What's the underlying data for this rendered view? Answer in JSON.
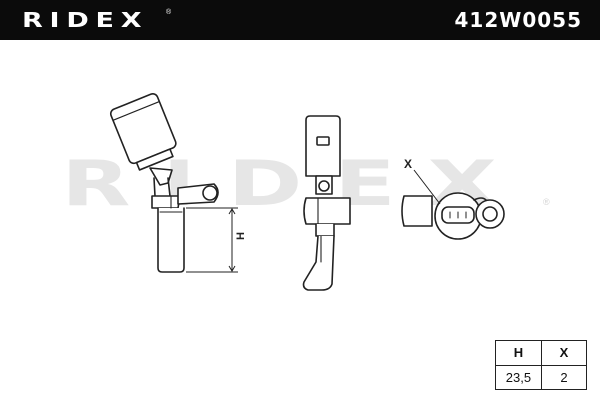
{
  "header": {
    "brand": "RIDEX",
    "registered_mark": "®",
    "part_number": "412W0055",
    "background_color": "#0b0b0b",
    "text_color": "#ffffff"
  },
  "drawing": {
    "watermark": "RIDEX",
    "watermark_color": "#e6e6e6",
    "line_color": "#222222",
    "dimension_label_h": "H",
    "dimension_label_x": "X"
  },
  "dimensions_table": {
    "headers": [
      "H",
      "X"
    ],
    "values": [
      "23,5",
      "2"
    ]
  }
}
